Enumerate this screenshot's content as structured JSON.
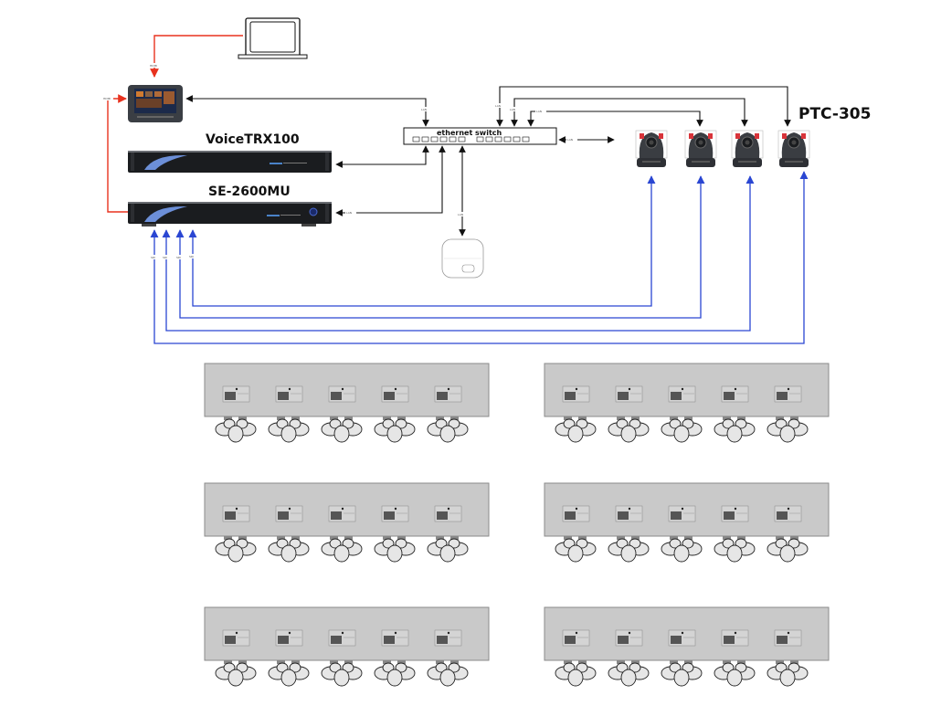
{
  "devices": {
    "laptop": {
      "name": "Laptop"
    },
    "controller": {
      "name": "Touch Controller"
    },
    "voicetrx": {
      "label": "VoiceTRX100"
    },
    "switcher": {
      "label": "SE-2600MU"
    },
    "ethernet_switch": {
      "label": "ethernet switch"
    },
    "access_point": {
      "name": "Wireless Access Point"
    },
    "cameras": {
      "label": "PTC-305",
      "count": 4
    }
  },
  "connection_labels": {
    "red": "HDMI",
    "black": "LAN",
    "blue": "SDI"
  },
  "colors": {
    "red_cable": "#e8321e",
    "black_cable": "#111111",
    "blue_cable": "#2a46d2",
    "table": "#c9c9c9",
    "table_border": "#8a8a8a",
    "chair": "#e6e6e6"
  },
  "seating": {
    "tables": 6,
    "mics_per_table": 5,
    "seats_per_table": 5
  }
}
